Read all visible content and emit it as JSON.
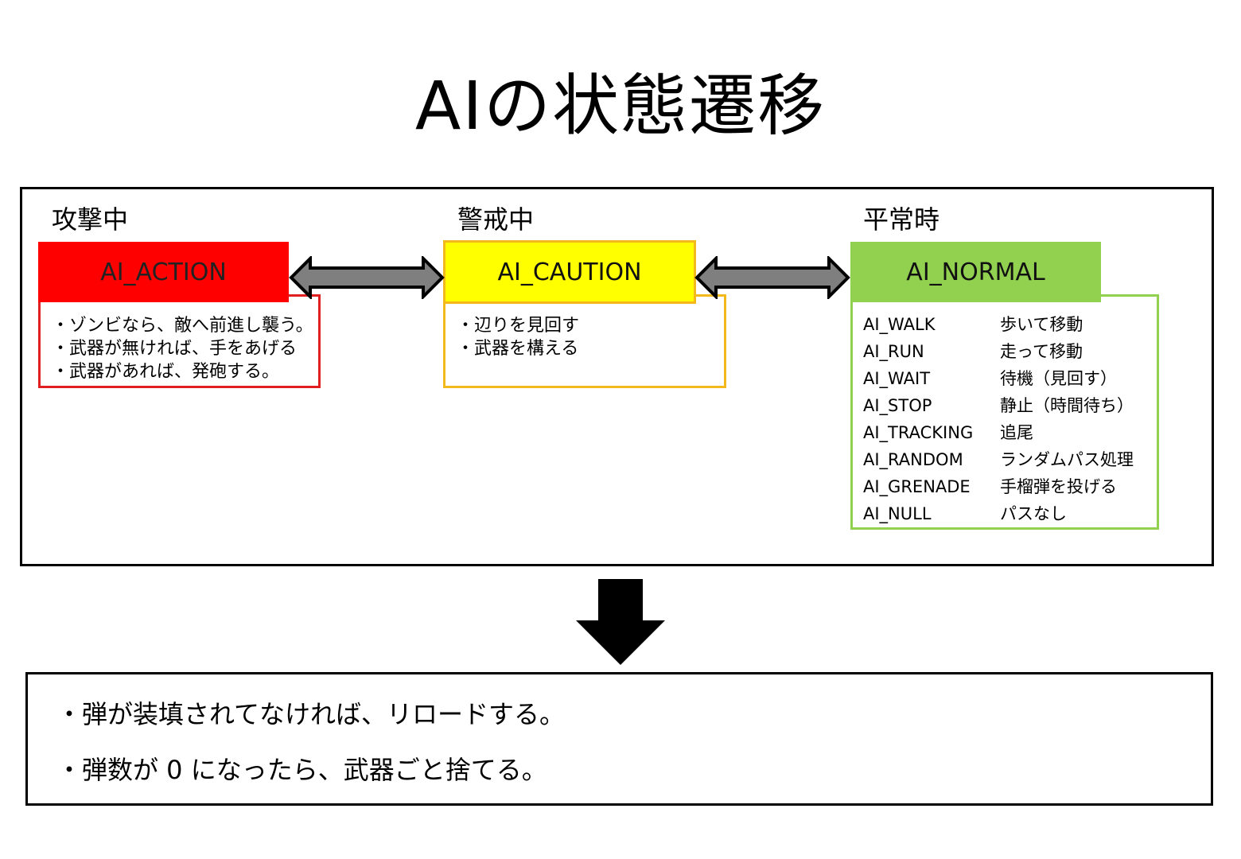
{
  "title": "AIの状態遷移",
  "colors": {
    "action": "#ff0000",
    "action_border": "#e02020",
    "caution": "#ffff00",
    "caution_border": "#f2b81c",
    "normal": "#92d050",
    "normal_border": "#92d050",
    "arrow_fill": "#7f7f7f",
    "arrow_stroke": "#000000"
  },
  "states": [
    {
      "label": "攻撃中",
      "name": "AI_ACTION",
      "items": [
        "・ゾンビなら、敵へ前進し襲う。",
        "・武器が無ければ、手をあげる",
        "・武器があれば、発砲する。"
      ]
    },
    {
      "label": "警戒中",
      "name": "AI_CAUTION",
      "items": [
        "・辺りを見回す",
        "・武器を構える"
      ]
    },
    {
      "label": "平常時",
      "name": "AI_NORMAL",
      "rows": [
        {
          "code": "AI_WALK",
          "desc": "歩いて移動"
        },
        {
          "code": "AI_RUN",
          "desc": "走って移動"
        },
        {
          "code": "AI_WAIT",
          "desc": "待機（見回す）"
        },
        {
          "code": "AI_STOP",
          "desc": "静止（時間待ち）"
        },
        {
          "code": "AI_TRACKING",
          "desc": "追尾"
        },
        {
          "code": "AI_RANDOM",
          "desc": "ランダムパス処理"
        },
        {
          "code": "AI_GRENADE",
          "desc": "手榴弾を投げる"
        },
        {
          "code": "AI_NULL",
          "desc": "パスなし"
        }
      ]
    }
  ],
  "bottom": {
    "lines": [
      "・弾が装填されてなければ、リロードする。",
      "・弾数が 0 になったら、武器ごと捨てる。"
    ]
  }
}
